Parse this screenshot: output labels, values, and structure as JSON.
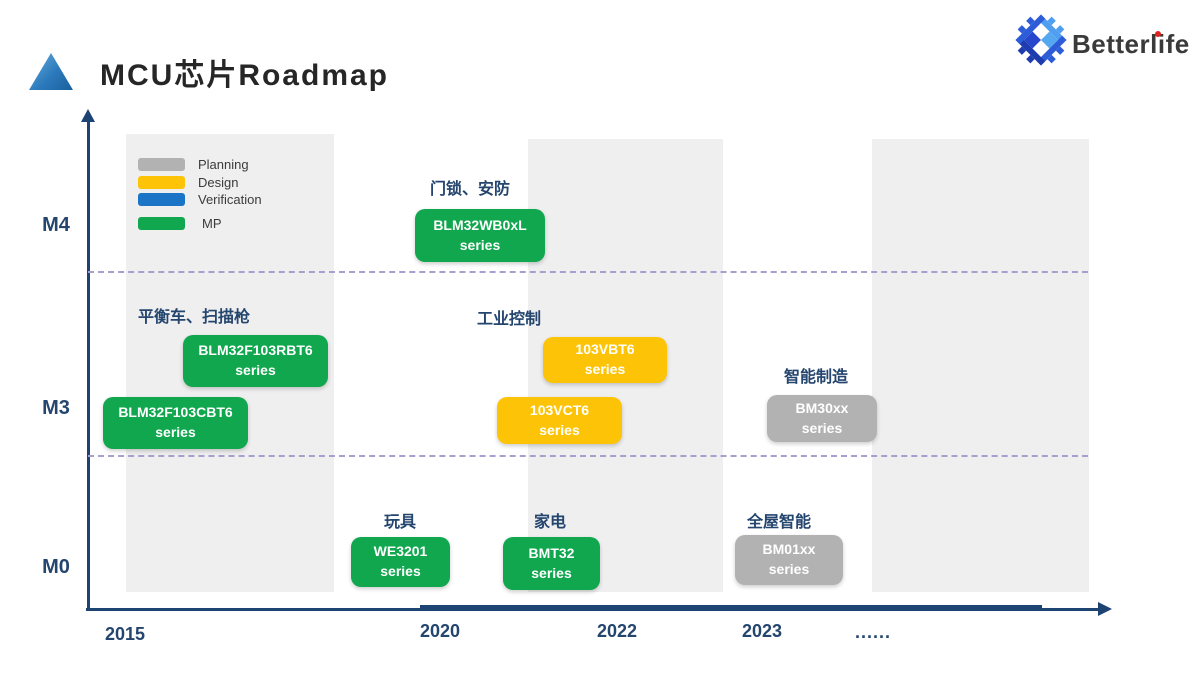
{
  "header": {
    "title": "MCU芯片Roadmap",
    "logo_company": "Betterlife"
  },
  "legend": {
    "items": [
      {
        "label": "Planning",
        "color": "#b2b2b2"
      },
      {
        "label": "Design",
        "color": "#fdc407"
      },
      {
        "label": "Verification",
        "color": "#1b74c5"
      },
      {
        "label": "MP",
        "color": "#10a74e"
      }
    ]
  },
  "rows": [
    {
      "label": "M4"
    },
    {
      "label": "M3"
    },
    {
      "label": "M0"
    }
  ],
  "years": [
    {
      "label": "2015"
    },
    {
      "label": "2020"
    },
    {
      "label": "2022"
    },
    {
      "label": "2023"
    },
    {
      "label": "......"
    }
  ],
  "categories": [
    {
      "label": "门锁、安防"
    },
    {
      "label": "平衡车、扫描枪"
    },
    {
      "label": "工业控制"
    },
    {
      "label": "智能制造"
    },
    {
      "label": "玩具"
    },
    {
      "label": "家电"
    },
    {
      "label": "全屋智能"
    }
  ],
  "boxes": [
    {
      "line1": "BLM32WB0xL",
      "line2": "series",
      "status": "MP"
    },
    {
      "line1": "BLM32F103RBT6",
      "line2": "series",
      "status": "MP"
    },
    {
      "line1": "BLM32F103CBT6",
      "line2": "series",
      "status": "MP"
    },
    {
      "line1": "103VBT6",
      "line2": "series",
      "status": "Design"
    },
    {
      "line1": "103VCT6",
      "line2": "series",
      "status": "Design"
    },
    {
      "line1": "BM30xx",
      "line2": "series",
      "status": "Planning"
    },
    {
      "line1": "WE3201",
      "line2": "series",
      "status": "MP"
    },
    {
      "line1": "BMT32",
      "line2": "series",
      "status": "MP"
    },
    {
      "line1": "BM01xx",
      "line2": "series",
      "status": "Planning"
    }
  ],
  "chart_data": {
    "type": "table",
    "subtype": "roadmap-gantt",
    "title": "MCU芯片Roadmap",
    "x_ticks": [
      "2015",
      "2020",
      "2022",
      "2023",
      "......"
    ],
    "y_ticks": [
      "M0",
      "M3",
      "M4"
    ],
    "legend_position": "top-left",
    "legend": [
      {
        "label": "Planning",
        "color": "#b2b2b2"
      },
      {
        "label": "Design",
        "color": "#fdc407"
      },
      {
        "label": "Verification",
        "color": "#1b74c5"
      },
      {
        "label": "MP",
        "color": "#10a74e"
      }
    ],
    "items": [
      {
        "label": "BLM32WB0xL series",
        "row": "M4",
        "group": "门锁、安防",
        "status": "MP",
        "year": "2020"
      },
      {
        "label": "BLM32F103RBT6 series",
        "row": "M3",
        "group": "平衡车、扫描枪",
        "status": "MP",
        "year": "2015"
      },
      {
        "label": "BLM32F103CBT6 series",
        "row": "M3",
        "group": "平衡车、扫描枪",
        "status": "MP",
        "year": "2015"
      },
      {
        "label": "103VBT6 series",
        "row": "M3",
        "group": "工业控制",
        "status": "Design",
        "year": "2022"
      },
      {
        "label": "103VCT6 series",
        "row": "M3",
        "group": "工业控制",
        "status": "Design",
        "year": "2022"
      },
      {
        "label": "BM30xx series",
        "row": "M3",
        "group": "智能制造",
        "status": "Planning",
        "year": "2023"
      },
      {
        "label": "WE3201 series",
        "row": "M0",
        "group": "玩具",
        "status": "MP",
        "year": "2020"
      },
      {
        "label": "BMT32 series",
        "row": "M0",
        "group": "家电",
        "status": "MP",
        "year": "2022"
      },
      {
        "label": "BM01xx series",
        "row": "M0",
        "group": "全屋智能",
        "status": "Planning",
        "year": "2023"
      }
    ]
  }
}
